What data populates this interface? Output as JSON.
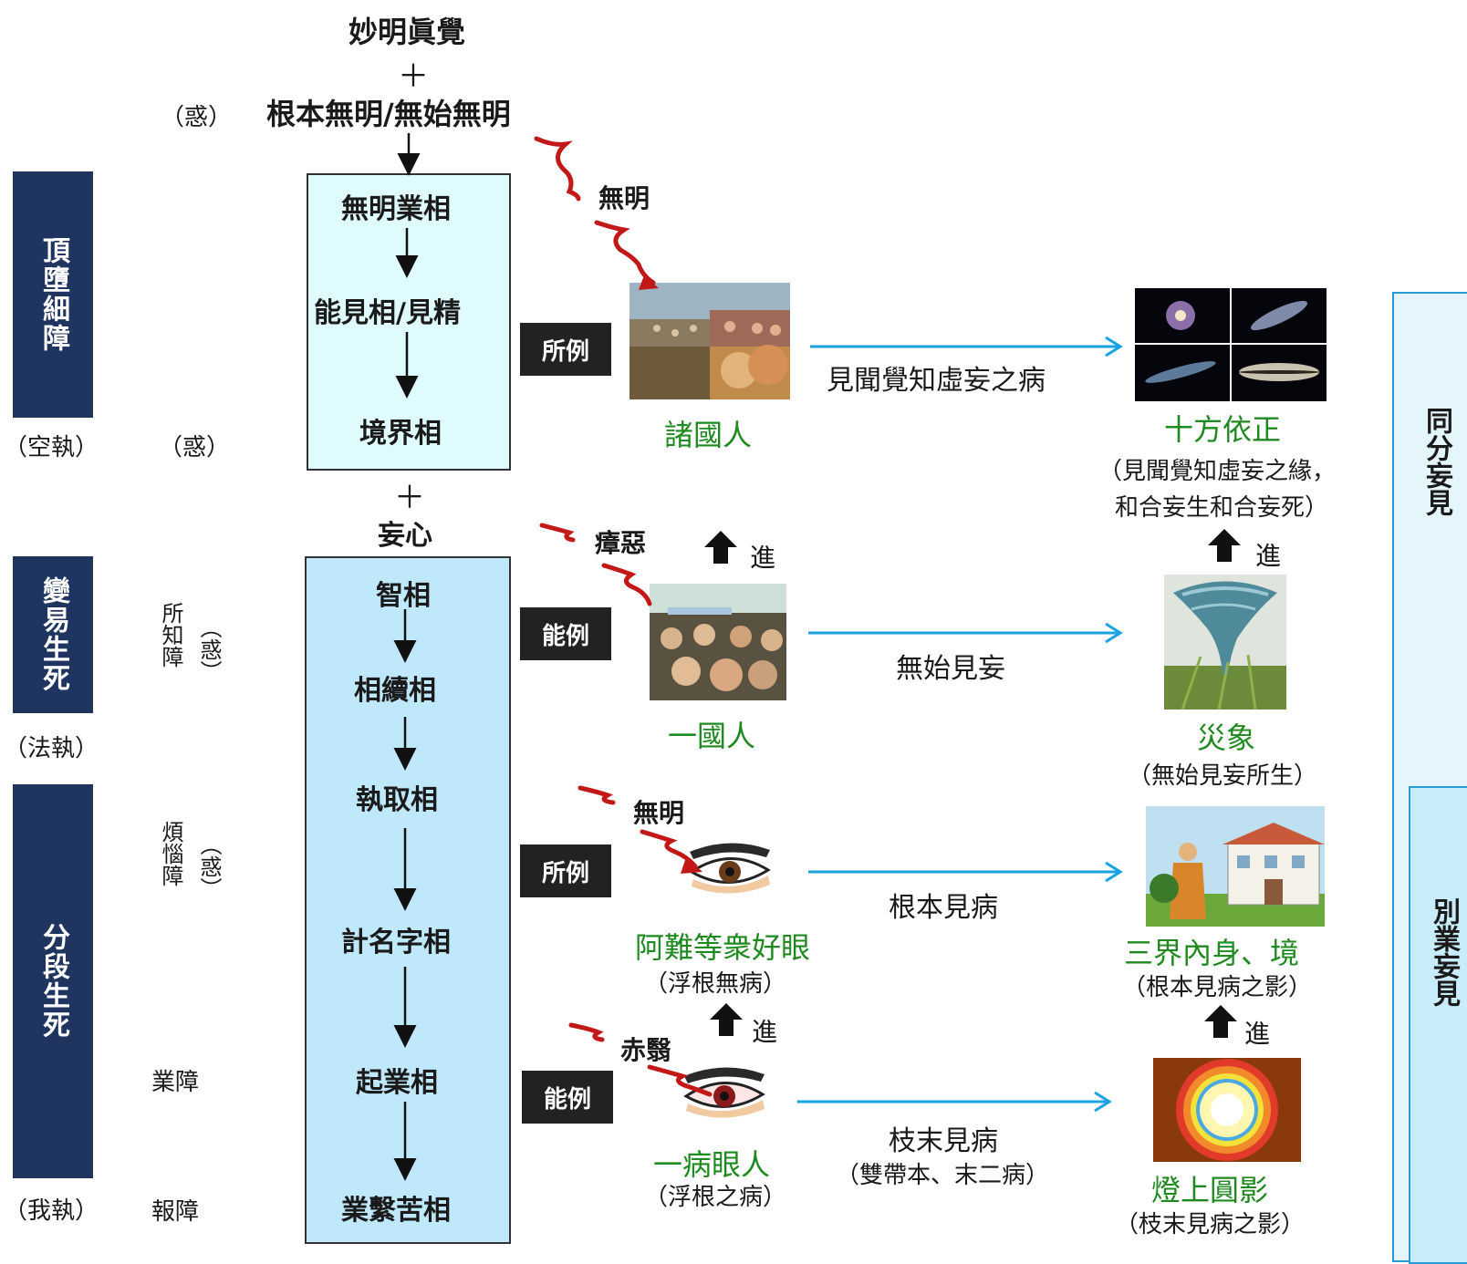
{
  "top": {
    "title": "妙明眞覺",
    "plus1": "＋",
    "wuming": "根本無明/無始無明",
    "huo_top": "（惑）",
    "plus2": "＋",
    "wangxin": "妄心"
  },
  "left": {
    "block1": "頂墮細障",
    "block2": "變易生死",
    "block3": "分段生死",
    "kongzhi": "（空執）",
    "fazhi": "（法執）",
    "wozhi": "（我執）"
  },
  "hindrances": {
    "huo_mid": "（惑）",
    "suozhi": "所知障",
    "suozhi_huo": "（惑）",
    "fannao": "煩惱障",
    "fannao_huo": "（惑）",
    "yezhang": "業障",
    "baozhang": "報障"
  },
  "box1": [
    "無明業相",
    "能見相/見精",
    "境界相"
  ],
  "box2": [
    "智相",
    "相續相",
    "執取相",
    "計名字相",
    "起業相",
    "業繫苦相"
  ],
  "wavy_labels": {
    "w1": "無明",
    "w2": "瘴惡",
    "w3": "無明",
    "w4": "赤翳"
  },
  "tags": [
    "所例",
    "能例",
    "所例",
    "能例"
  ],
  "people": {
    "p1": "諸國人",
    "p2": "一國人",
    "p3": "阿難等衆好眼",
    "p3_sub": "（浮根無病）",
    "p4": "一病眼人",
    "p4_sub": "（浮根之病）"
  },
  "advance": [
    "進",
    "進",
    "進",
    "進"
  ],
  "arrows": {
    "a1": "見聞覺知虛妄之病",
    "a2": "無始見妄",
    "a3": "根本見病",
    "a4": "枝末見病",
    "a4_sub": "（雙帶本、末二病）"
  },
  "results": {
    "r1": "十方依正",
    "r1_sub1": "（見聞覺知虛妄之緣，",
    "r1_sub2": "和合妄生和合妄死）",
    "r2": "災象",
    "r2_sub": "（無始見妄所生）",
    "r3": "三界內身、境",
    "r3_sub": "（根本見病之影）",
    "r4": "燈上圓影",
    "r4_sub": "（枝末見病之影）"
  },
  "right": {
    "tongfen": "同分妄見",
    "bieye": "別業妄見"
  }
}
